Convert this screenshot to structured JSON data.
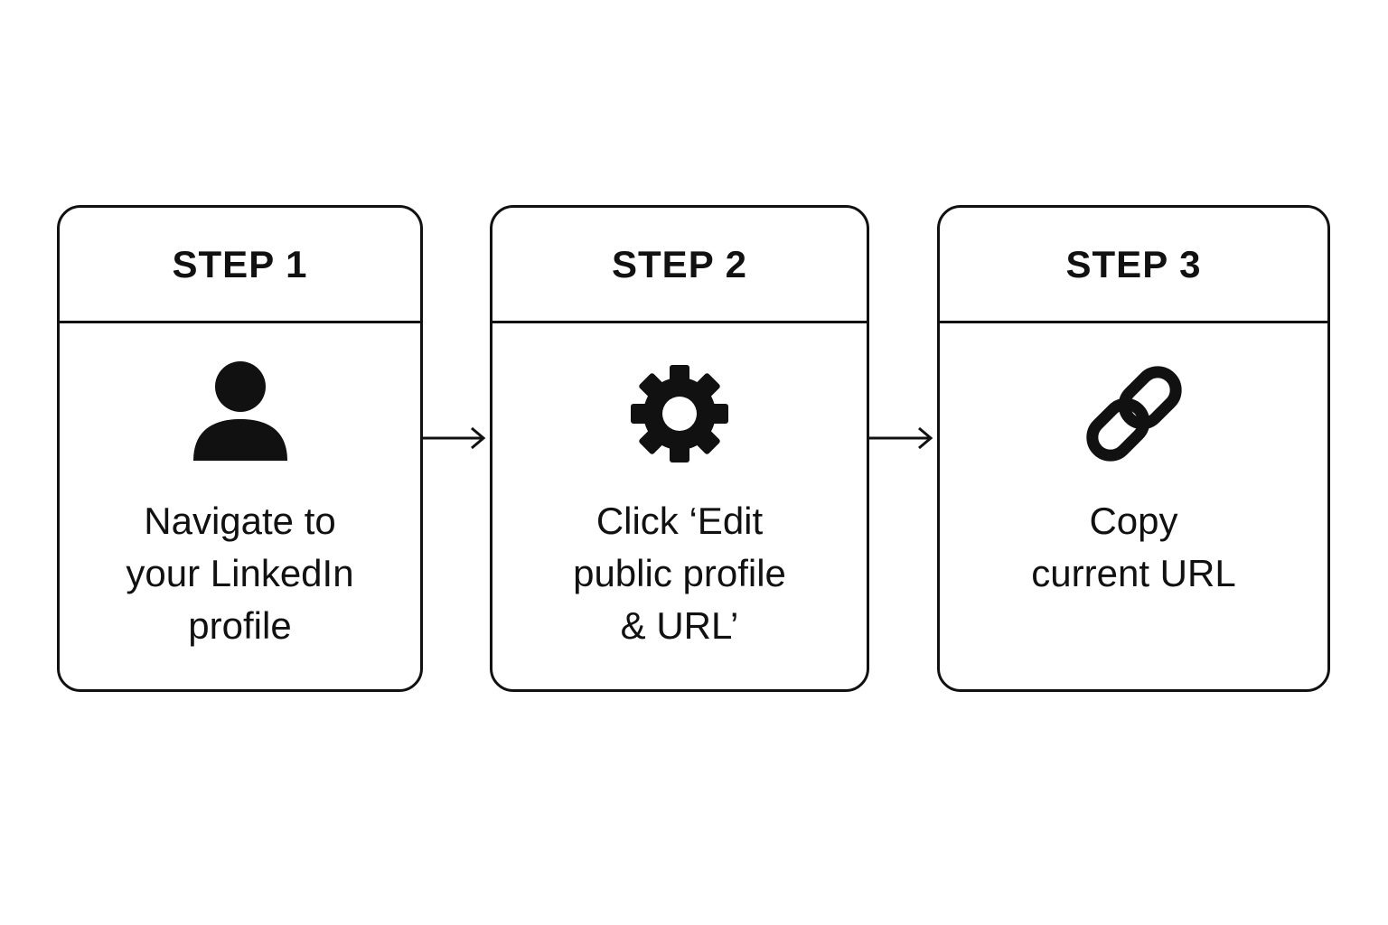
{
  "colors": {
    "stroke": "#111111",
    "background": "#ffffff"
  },
  "steps": [
    {
      "title": "STEP 1",
      "icon": "person-icon",
      "lines": [
        "Navigate to",
        "your LinkedIn",
        "profile"
      ]
    },
    {
      "title": "STEP 2",
      "icon": "gear-icon",
      "lines": [
        "Click ‘Edit",
        "public profile",
        "& URL’"
      ]
    },
    {
      "title": "STEP 3",
      "icon": "link-icon",
      "lines": [
        "Copy",
        "current URL"
      ]
    }
  ]
}
